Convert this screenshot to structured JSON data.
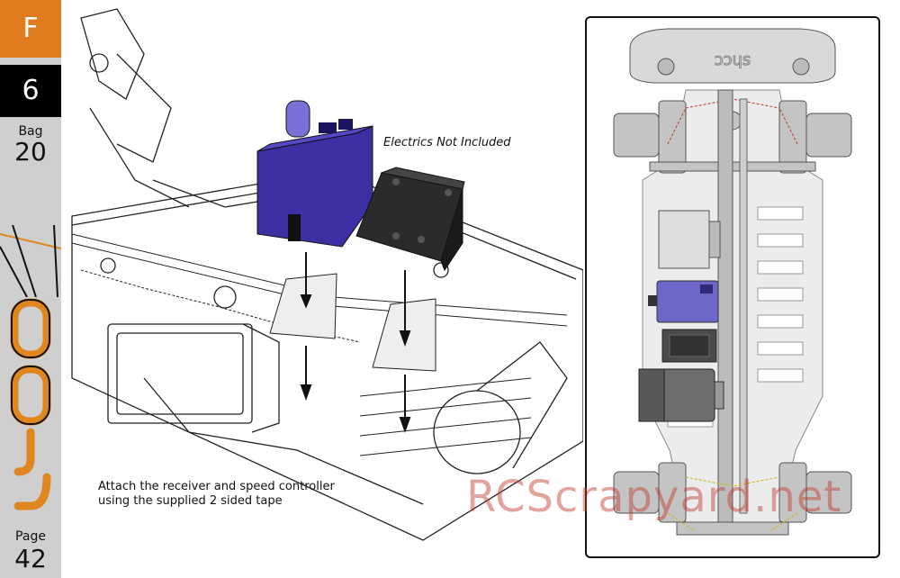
{
  "sidebar": {
    "section_letter": "F",
    "step_number": "6",
    "bag_label": "Bag",
    "bag_number": "20",
    "page_label": "Page",
    "page_number": "42"
  },
  "main": {
    "electrics_note": "Electrics Not Included",
    "instruction_line_1": "Attach the receiver and speed controller",
    "instruction_line_2": "using the supplied 2 sided tape"
  },
  "watermark": "RCScrapyard.net",
  "colors": {
    "section_tab": "#e07b1f",
    "receiver": "#3b2fa3",
    "speed_controller": "#222222",
    "sidebar": "#cfcfcf",
    "logo_orange": "#e0861f"
  },
  "icons": {
    "brand_logo": "schumacher-logo-icon",
    "arrow": "down-arrow-icon"
  }
}
